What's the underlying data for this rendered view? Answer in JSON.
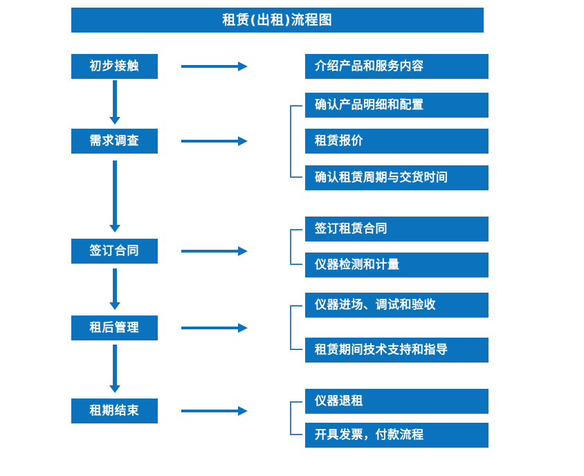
{
  "header": {
    "title": "租赁(出租)流程图"
  },
  "colors": {
    "brand_blue": "#0b72be",
    "arrow_blue": "#0d72bb",
    "bracket_blue": "#2f7fc4",
    "text_white": "#ffffff",
    "background": "#ffffff"
  },
  "flow": {
    "stages": [
      {
        "label": "初步接触",
        "details": [
          "介绍产品和服务内容"
        ],
        "has_bracket": false
      },
      {
        "label": "需求调查",
        "details": [
          "确认产品明细和配置",
          "租赁报价",
          "确认租赁周期与交货时间"
        ],
        "has_bracket": true
      },
      {
        "label": "签订合同",
        "details": [
          "签订租赁合同",
          "仪器检测和计量"
        ],
        "has_bracket": true
      },
      {
        "label": "租后管理",
        "details": [
          "仪器进场、调试和验收",
          "租赁期间技术支持和指导"
        ],
        "has_bracket": true
      },
      {
        "label": "租期结束",
        "details": [
          "仪器退租",
          "开具发票，付款流程"
        ],
        "has_bracket": true
      }
    ]
  }
}
